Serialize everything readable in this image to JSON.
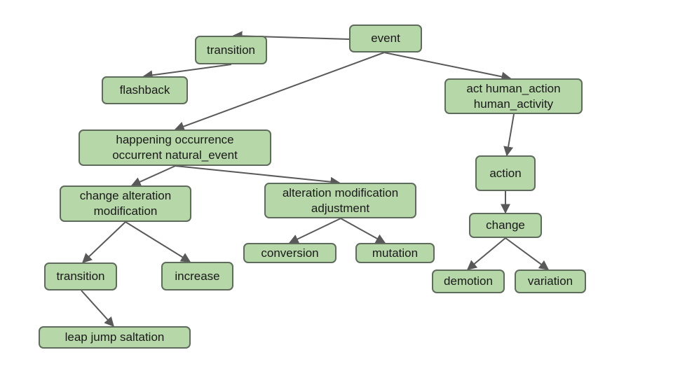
{
  "diagram": {
    "nodes": [
      {
        "id": "event",
        "label": "event"
      },
      {
        "id": "transition_top",
        "label": "transition"
      },
      {
        "id": "flashback",
        "label": "flashback"
      },
      {
        "id": "act",
        "label": "act human_action\nhuman_activity"
      },
      {
        "id": "happening",
        "label": "happening occurrence\noccurrent natural_event"
      },
      {
        "id": "action",
        "label": "action"
      },
      {
        "id": "change_alteration",
        "label": "change alteration\nmodification"
      },
      {
        "id": "alteration_modification",
        "label": "alteration modification\nadjustment"
      },
      {
        "id": "change",
        "label": "change"
      },
      {
        "id": "conversion",
        "label": "conversion"
      },
      {
        "id": "mutation",
        "label": "mutation"
      },
      {
        "id": "transition_low",
        "label": "transition"
      },
      {
        "id": "increase",
        "label": "increase"
      },
      {
        "id": "demotion",
        "label": "demotion"
      },
      {
        "id": "variation",
        "label": "variation"
      },
      {
        "id": "leap",
        "label": "leap jump saltation"
      }
    ],
    "edges": [
      {
        "from": "event",
        "to": "transition_top"
      },
      {
        "from": "transition_top",
        "to": "flashback"
      },
      {
        "from": "event",
        "to": "happening"
      },
      {
        "from": "event",
        "to": "act"
      },
      {
        "from": "act",
        "to": "action"
      },
      {
        "from": "action",
        "to": "change"
      },
      {
        "from": "change",
        "to": "demotion"
      },
      {
        "from": "change",
        "to": "variation"
      },
      {
        "from": "happening",
        "to": "change_alteration"
      },
      {
        "from": "happening",
        "to": "alteration_modification"
      },
      {
        "from": "alteration_modification",
        "to": "conversion"
      },
      {
        "from": "alteration_modification",
        "to": "mutation"
      },
      {
        "from": "change_alteration",
        "to": "transition_low"
      },
      {
        "from": "change_alteration",
        "to": "increase"
      },
      {
        "from": "transition_low",
        "to": "leap"
      }
    ],
    "colors": {
      "node_fill": "#b6d7a8",
      "node_border": "#5f6b5c",
      "edge": "#595959"
    }
  }
}
